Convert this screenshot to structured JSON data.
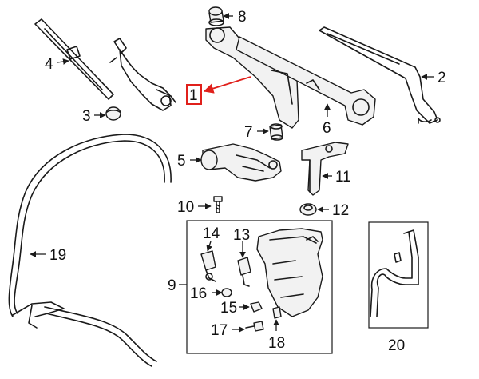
{
  "diagram": {
    "callouts": {
      "c1": "1",
      "c2": "2",
      "c3": "3",
      "c4": "4",
      "c5": "5",
      "c6": "6",
      "c7": "7",
      "c8": "8",
      "c9": "9",
      "c10": "10",
      "c11": "11",
      "c12": "12",
      "c13": "13",
      "c14": "14",
      "c15": "15",
      "c16": "16",
      "c17": "17",
      "c18": "18",
      "c19": "19",
      "c20": "20"
    },
    "highlight_color": "#e0201b",
    "highlighted_callout": "1"
  }
}
